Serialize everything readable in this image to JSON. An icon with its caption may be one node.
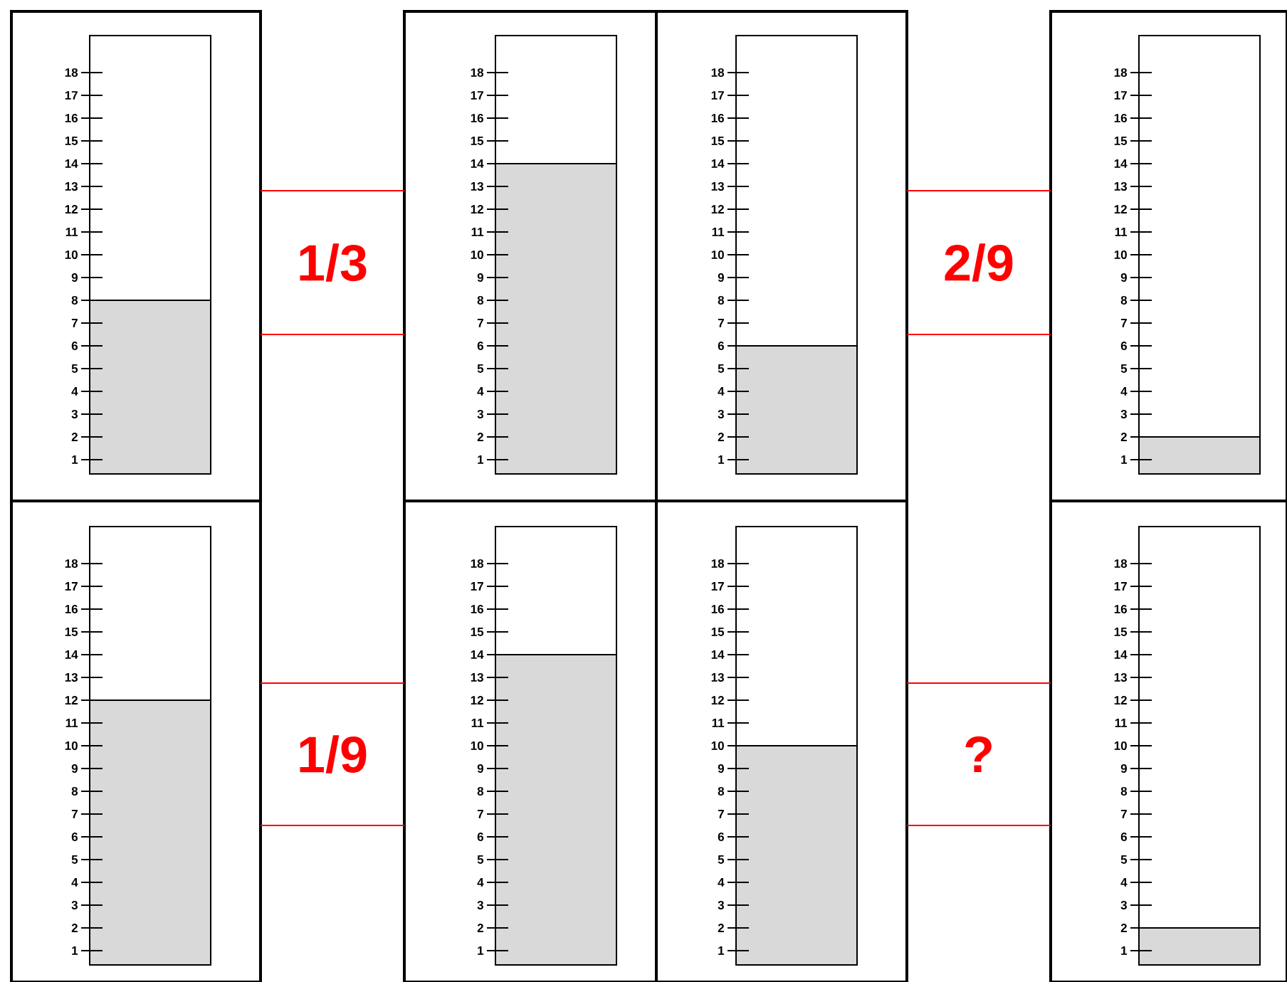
{
  "diagram": {
    "nodes": [
      {
        "text": [
          "1/3"
        ]
      },
      {
        "text": [
          "2/9"
        ]
      },
      {
        "text": [
          "1/9"
        ]
      },
      {
        "text": [
          "?"
        ]
      }
    ],
    "labels": [
      "18",
      "17",
      "16",
      "15",
      "14",
      "13",
      "12",
      "11",
      "10",
      "9",
      "8",
      "7",
      "6",
      "5",
      "4",
      "3",
      "2",
      "1",
      "18",
      "17",
      "16",
      "15",
      "14",
      "13",
      "12",
      "11",
      "10",
      "9",
      "8",
      "7",
      "6",
      "5",
      "4",
      "3",
      "2",
      "1",
      "18",
      "17",
      "16",
      "15",
      "14",
      "13",
      "12",
      "11",
      "10",
      "9",
      "8",
      "7",
      "6",
      "5",
      "4",
      "3",
      "2",
      "1",
      "18",
      "17",
      "16",
      "15",
      "14",
      "13",
      "12",
      "11",
      "10",
      "9",
      "8",
      "7",
      "6",
      "5",
      "4",
      "3",
      "2",
      "1",
      "18",
      "17",
      "16",
      "15",
      "14",
      "13",
      "12",
      "11",
      "10",
      "9",
      "8",
      "7",
      "6",
      "5",
      "4",
      "3",
      "2",
      "1",
      "18",
      "17",
      "16",
      "15",
      "14",
      "13",
      "12",
      "11",
      "10",
      "9",
      "8",
      "7",
      "6",
      "5",
      "4",
      "3",
      "2",
      "1",
      "18",
      "17",
      "16",
      "15",
      "14",
      "13",
      "12",
      "11",
      "10",
      "9",
      "8",
      "7",
      "6",
      "5",
      "4",
      "3",
      "2",
      "1",
      "18",
      "17",
      "16",
      "15",
      "14",
      "13",
      "12",
      "11",
      "10",
      "9",
      "8",
      "7",
      "6",
      "5",
      "4",
      "3",
      "2",
      "1"
    ]
  }
}
